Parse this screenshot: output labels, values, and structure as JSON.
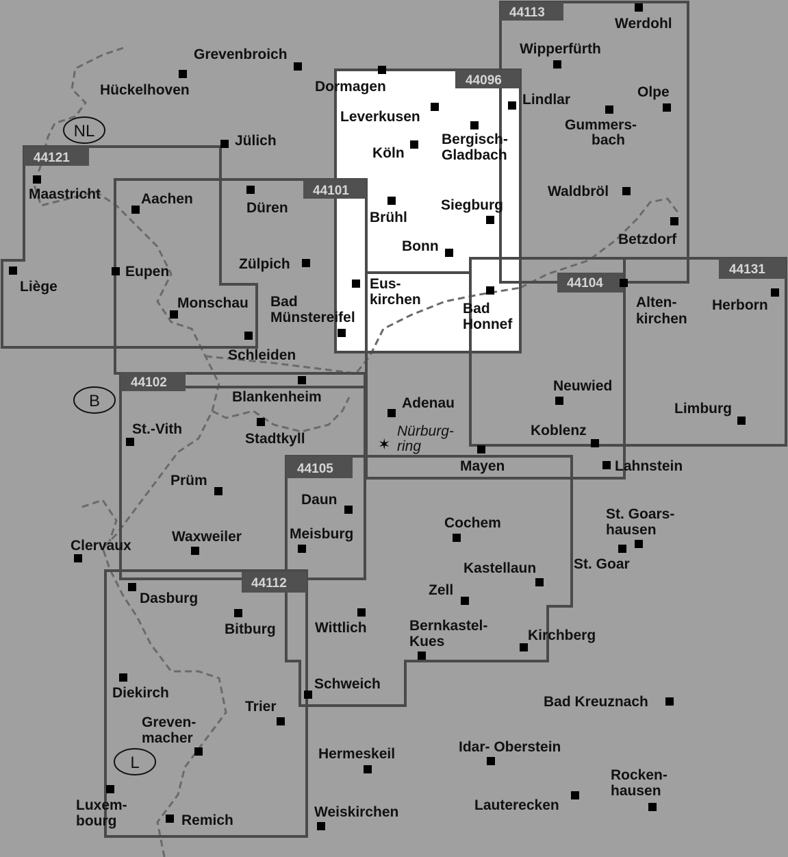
{
  "sheets": [
    "44096",
    "44113",
    "44101",
    "44121",
    "44102",
    "44105",
    "44104",
    "44131",
    "44112"
  ],
  "countries": [
    "NL",
    "B",
    "L"
  ],
  "poi": {
    "name_line1": "Nürburg-",
    "name_line2": "ring",
    "icon": "star-icon"
  },
  "towns": [
    "Grevenbroich",
    "Hückelhoven",
    "Dormagen",
    "Leverkusen",
    "Köln",
    "Bergisch-",
    "Gladbach",
    "Lindlar",
    "Werdohl",
    "Wipperfürth",
    "Olpe",
    "Gummers-",
    "bach",
    "Waldbröl",
    "Betzdorf",
    "Jülich",
    "Maastricht",
    "Aachen",
    "Düren",
    "Brühl",
    "Siegburg",
    "Bonn",
    "Zülpich",
    "Eupen",
    "Liège",
    "Monschau",
    "Bad",
    "Münstereifel",
    "Eus-",
    "kirchen",
    "Honnef",
    "Alten-",
    "kirchen",
    "Herborn",
    "Schleiden",
    "Blankenheim",
    "Adenau",
    "Neuwied",
    "Limburg",
    "St.-Vith",
    "Stadtkyll",
    "Koblenz",
    "Mayen",
    "Lahnstein",
    "Prüm",
    "Daun",
    "Cochem",
    "St. Goars-",
    "hausen",
    "Clervaux",
    "Waxweiler",
    "Meisburg",
    "St. Goar",
    "Kastellaun",
    "Dasburg",
    "Zell",
    "Bitburg",
    "Wittlich",
    "Bernkastel-",
    "Kues",
    "Kirchberg",
    "Diekirch",
    "Schweich",
    "Bad Kreuznach",
    "Trier",
    "Greven-",
    "macher",
    "Hermeskeil",
    "Idar- Oberstein",
    "Rocken-",
    "hausen",
    "Luxem-",
    "bourg",
    "Remich",
    "Lauterecken",
    "Weiskirchen"
  ]
}
